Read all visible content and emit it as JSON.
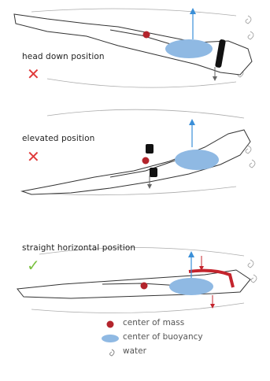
{
  "panels": [
    {
      "label": "head down position",
      "verdict": "wrong",
      "verdict_symbol": "✕"
    },
    {
      "label": "elevated position",
      "verdict": "wrong",
      "verdict_symbol": "✕"
    },
    {
      "label": "straight horizontal position",
      "verdict": "correct",
      "verdict_symbol": "✓"
    }
  ],
  "legend": {
    "mass": "center of mass",
    "buoyancy": "center of buoyancy",
    "water": "water"
  },
  "colors": {
    "mass": "#b3242c",
    "buoyancy": "#8fb9e3",
    "arrow_up": "#3a8fd8",
    "wrong": "#e03a3a",
    "correct": "#7cc242",
    "outline": "#333333",
    "hip_weight": "#111111"
  }
}
